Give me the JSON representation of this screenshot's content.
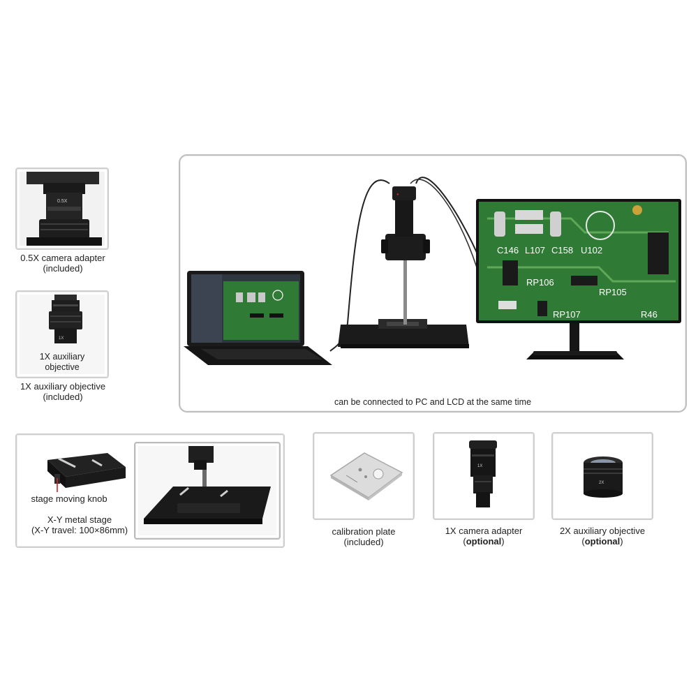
{
  "accessories_left": {
    "adapter_05x": {
      "label": "0.5X camera adapter",
      "sub": "(included)"
    },
    "aux_1x": {
      "inner_label_1": "1X auxiliary",
      "inner_label_2": "objective",
      "label": "1X auxiliary objective",
      "sub": "(included)"
    }
  },
  "main_setup": {
    "caption": "can be connected to PC and LCD at the same time",
    "monitor_labels": [
      "C146",
      "L107",
      "C158",
      "U102",
      "RP106",
      "RP105",
      "RP107",
      "R46"
    ]
  },
  "stage": {
    "knob_label": "stage moving knob",
    "title": "X-Y metal stage",
    "travel": "(X-Y travel: 100×86mm)"
  },
  "calibration": {
    "label": "calibration plate",
    "sub": "(included)"
  },
  "adapter_1x": {
    "label": "1X camera adapter",
    "sub_open": "(",
    "sub_bold": "optional",
    "sub_close": ")"
  },
  "aux_2x": {
    "label": "2X auxiliary objective",
    "sub_open": "(",
    "sub_bold": "optional",
    "sub_close": ")"
  },
  "colors": {
    "pcb_green": "#2f7a34",
    "frame_gray": "#cfcfcf",
    "black_metal": "#1b1b1b"
  }
}
